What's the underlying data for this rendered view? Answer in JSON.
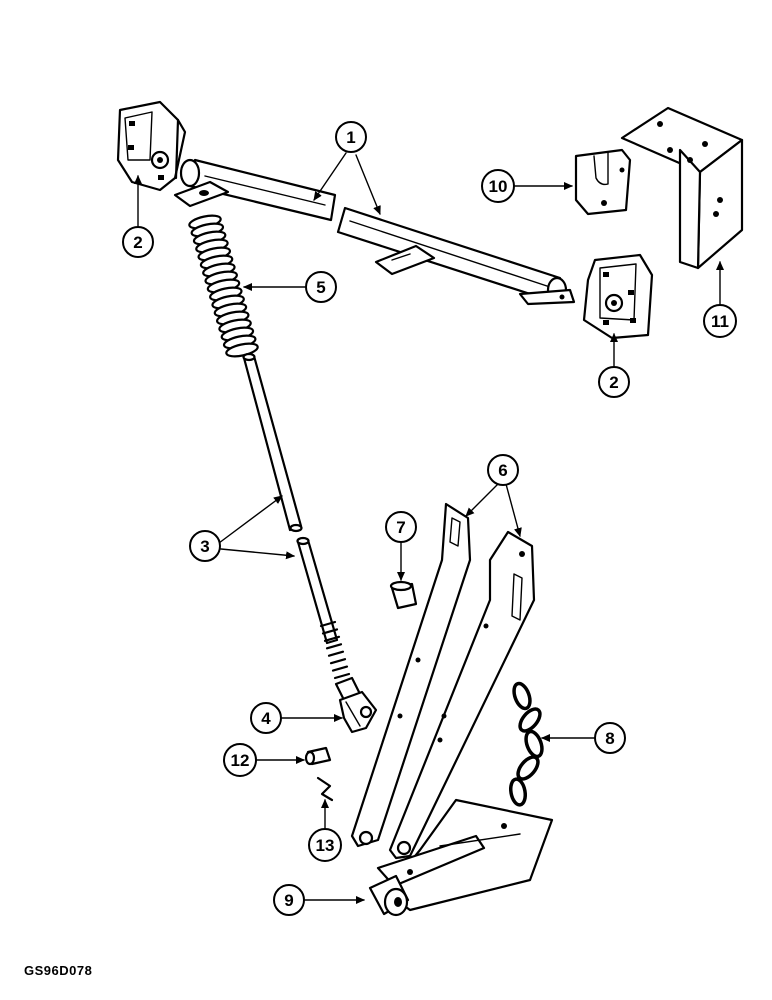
{
  "callouts": {
    "c1": "1",
    "c2a": "2",
    "c2b": "2",
    "c3": "3",
    "c4": "4",
    "c5": "5",
    "c6": "6",
    "c7": "7",
    "c8": "8",
    "c9": "9",
    "c10": "10",
    "c11": "11",
    "c12": "12",
    "c13": "13"
  },
  "drawing_code": "GS96D078"
}
